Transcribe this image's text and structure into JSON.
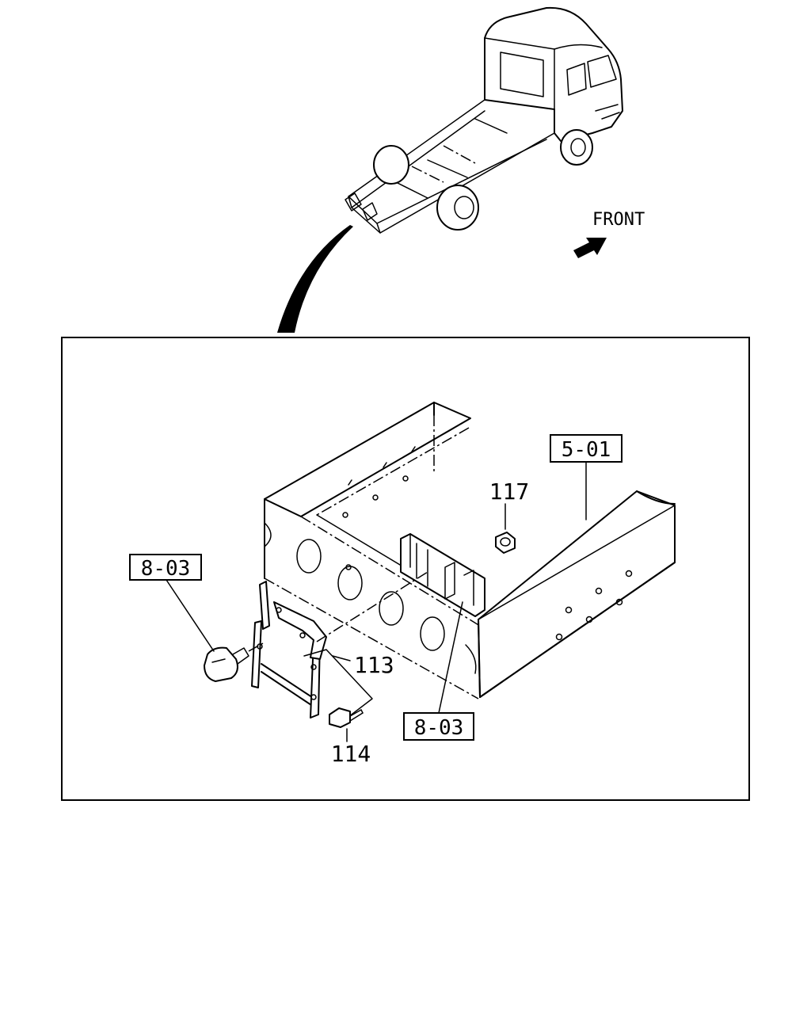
{
  "orientation": {
    "label": "FRONT",
    "icon": "front-arrow-icon"
  },
  "callouts": {
    "ref_5_01": "5-01",
    "ref_8_03_left": "8-03",
    "ref_8_03_bottom": "8-03",
    "part_117": "117",
    "part_113": "113",
    "part_114": "114"
  },
  "colors": {
    "line": "#000000",
    "background": "#ffffff"
  }
}
